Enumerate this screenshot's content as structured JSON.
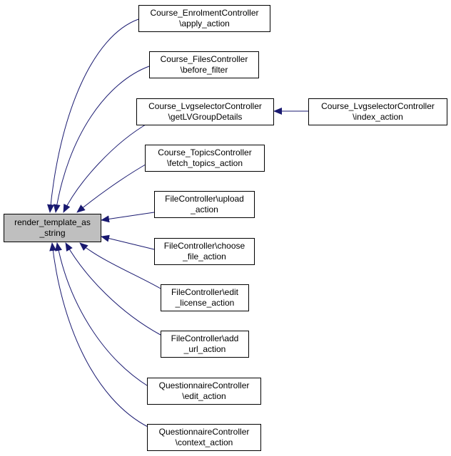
{
  "root": {
    "line1": "render_template_as",
    "line2": "_string"
  },
  "callers": [
    {
      "line1": "Course_EnrolmentController",
      "line2": "\\apply_action"
    },
    {
      "line1": "Course_FilesController",
      "line2": "\\before_filter"
    },
    {
      "line1": "Course_LvgselectorController",
      "line2": "\\getLVGroupDetails"
    },
    {
      "line1": "Course_TopicsController",
      "line2": "\\fetch_topics_action"
    },
    {
      "line1": "FileController\\upload",
      "line2": "_action"
    },
    {
      "line1": "FileController\\choose",
      "line2": "_file_action"
    },
    {
      "line1": "FileController\\edit",
      "line2": "_license_action"
    },
    {
      "line1": "FileController\\add",
      "line2": "_url_action"
    },
    {
      "line1": "QuestionnaireController",
      "line2": "\\edit_action"
    },
    {
      "line1": "QuestionnaireController",
      "line2": "\\context_action"
    }
  ],
  "second_level": [
    {
      "line1": "Course_LvgselectorController",
      "line2": "\\index_action"
    }
  ],
  "colors": {
    "edge": "#191970",
    "root_fill": "#bfbfbf",
    "node_border": "#000000"
  }
}
